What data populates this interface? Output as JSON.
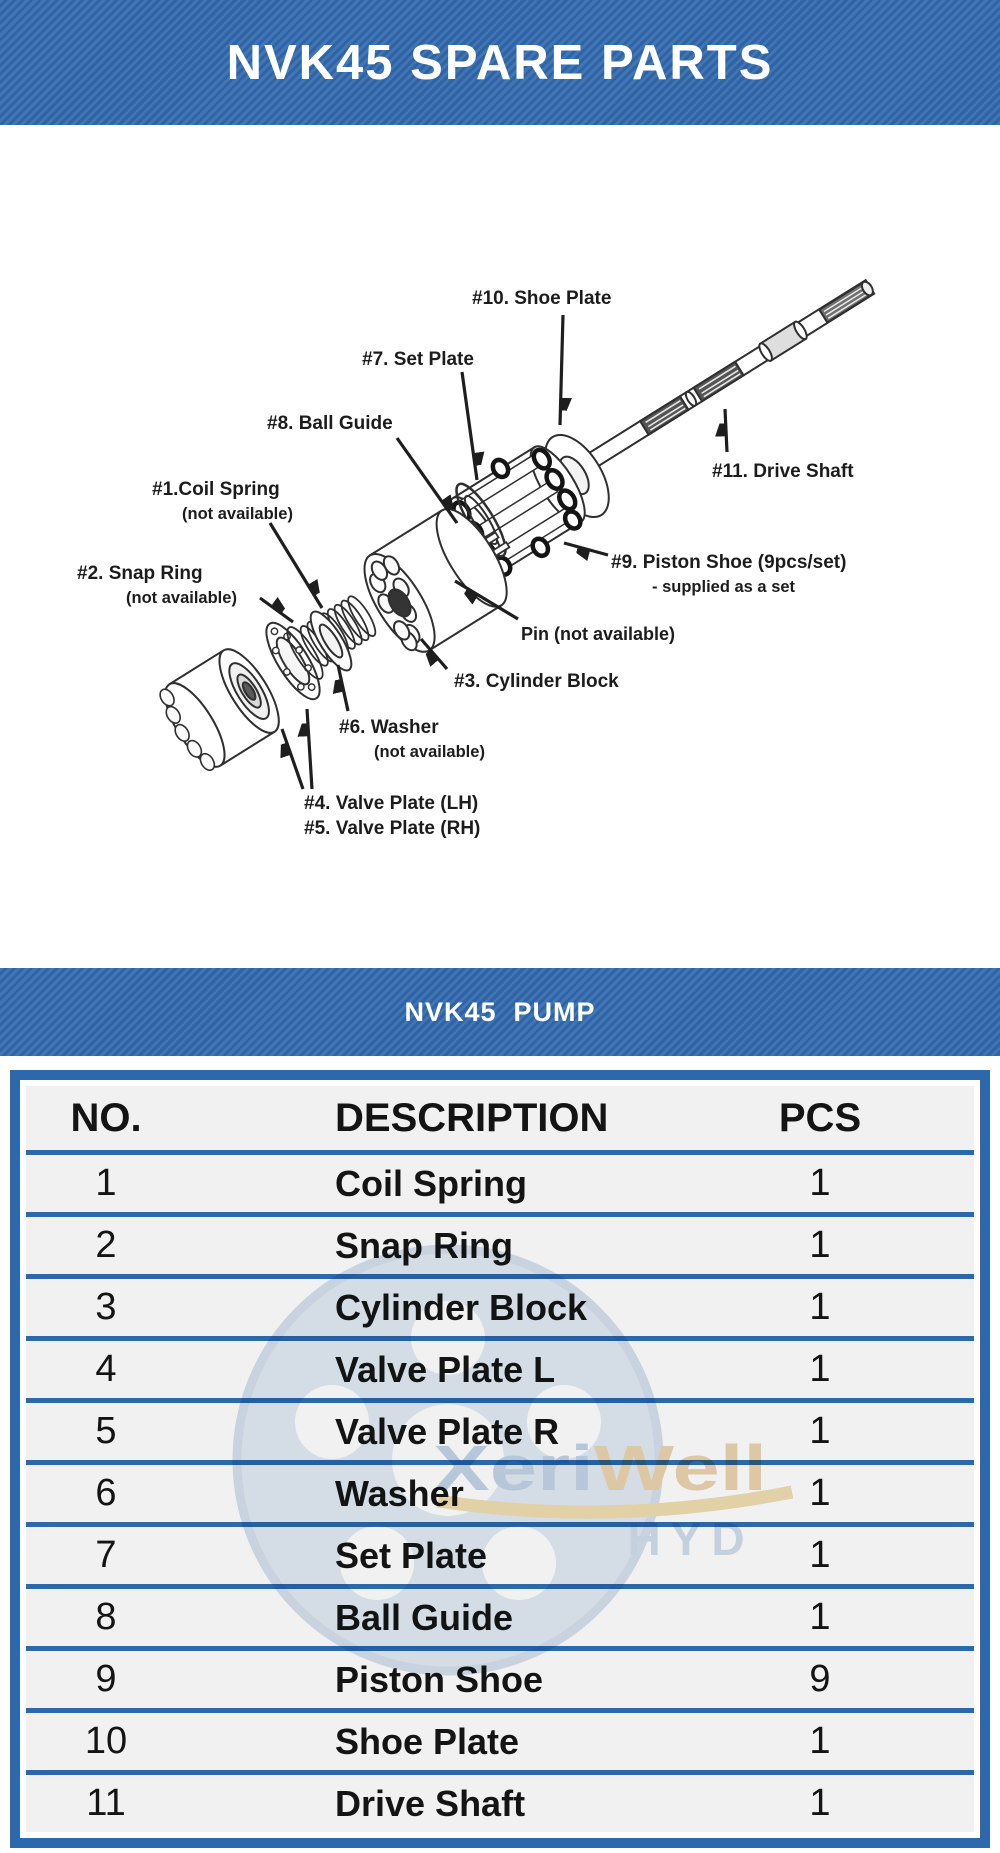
{
  "banner_top": {
    "title": "NVK45 SPARE PARTS"
  },
  "banner_pump": {
    "title": "NVK45  PUMP"
  },
  "diagram": {
    "labels": [
      {
        "id": "shoe-plate",
        "lines": [
          "#10. Shoe Plate"
        ]
      },
      {
        "id": "set-plate",
        "lines": [
          "#7. Set Plate"
        ]
      },
      {
        "id": "ball-guide",
        "lines": [
          "#8. Ball Guide"
        ]
      },
      {
        "id": "coil-spring",
        "lines": [
          "#1.Coil Spring",
          "(not available)"
        ]
      },
      {
        "id": "snap-ring",
        "lines": [
          "#2. Snap Ring",
          "(not available)"
        ]
      },
      {
        "id": "drive-shaft",
        "lines": [
          "#11. Drive Shaft"
        ]
      },
      {
        "id": "piston-shoe",
        "lines": [
          "#9. Piston Shoe (9pcs/set)",
          "- supplied as a set"
        ]
      },
      {
        "id": "pin",
        "lines": [
          "Pin (not available)"
        ]
      },
      {
        "id": "cylinder-block",
        "lines": [
          "#3. Cylinder Block"
        ]
      },
      {
        "id": "washer",
        "lines": [
          "#6. Washer",
          "(not available)"
        ]
      },
      {
        "id": "valve-plate-lh",
        "lines": [
          "#4. Valve Plate (LH)"
        ]
      },
      {
        "id": "valve-plate-rh",
        "lines": [
          "#5. Valve Plate (RH)"
        ]
      }
    ]
  },
  "watermark": {
    "brand_blue": "Xeri",
    "brand_gold": "Well",
    "sub": "HYD"
  },
  "table": {
    "headers": [
      "NO.",
      "DESCRIPTION",
      "PCS"
    ],
    "rows": [
      {
        "no": "1",
        "description": "Coil Spring",
        "pcs": "1"
      },
      {
        "no": "2",
        "description": "Snap Ring",
        "pcs": "1"
      },
      {
        "no": "3",
        "description": "Cylinder Block",
        "pcs": "1"
      },
      {
        "no": "4",
        "description": "Valve Plate L",
        "pcs": "1"
      },
      {
        "no": "5",
        "description": "Valve Plate R",
        "pcs": "1"
      },
      {
        "no": "6",
        "description": "Washer",
        "pcs": "1"
      },
      {
        "no": "7",
        "description": "Set Plate",
        "pcs": "1"
      },
      {
        "no": "8",
        "description": "Ball Guide",
        "pcs": "1"
      },
      {
        "no": "9",
        "description": "Piston Shoe",
        "pcs": "9"
      },
      {
        "no": "10",
        "description": "Shoe Plate",
        "pcs": "1"
      },
      {
        "no": "11",
        "description": "Drive Shaft",
        "pcs": "1"
      }
    ]
  },
  "colors": {
    "banner_blue": "#3a70b0",
    "table_blue": "#2d68ac",
    "cell_bg": "#f1f1f2",
    "watermark_blue": "#8fb0d0",
    "watermark_gold": "#d9b06a"
  }
}
